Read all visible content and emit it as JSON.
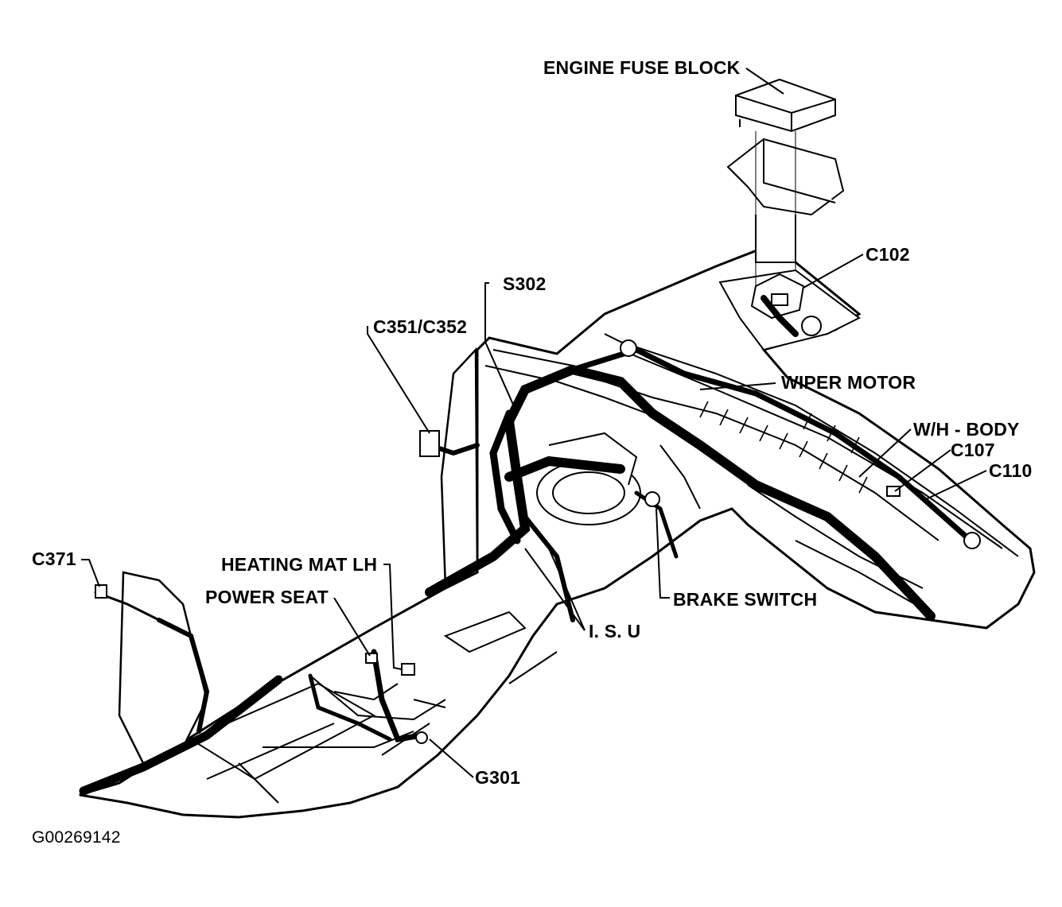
{
  "diagram": {
    "figure_id": "G00269142",
    "labels": {
      "engine_fuse_block": "ENGINE FUSE BLOCK",
      "c102": "C102",
      "s302": "S302",
      "c351_c352": "C351/C352",
      "wiper_motor": "WIPER MOTOR",
      "wh_body": "W/H - BODY",
      "c107": "C107",
      "c110": "C110",
      "c371": "C371",
      "heating_mat_lh": "HEATING MAT LH",
      "power_seat": "POWER SEAT",
      "brake_switch": "BRAKE SWITCH",
      "isu": "I. S. U",
      "g301": "G301"
    }
  }
}
